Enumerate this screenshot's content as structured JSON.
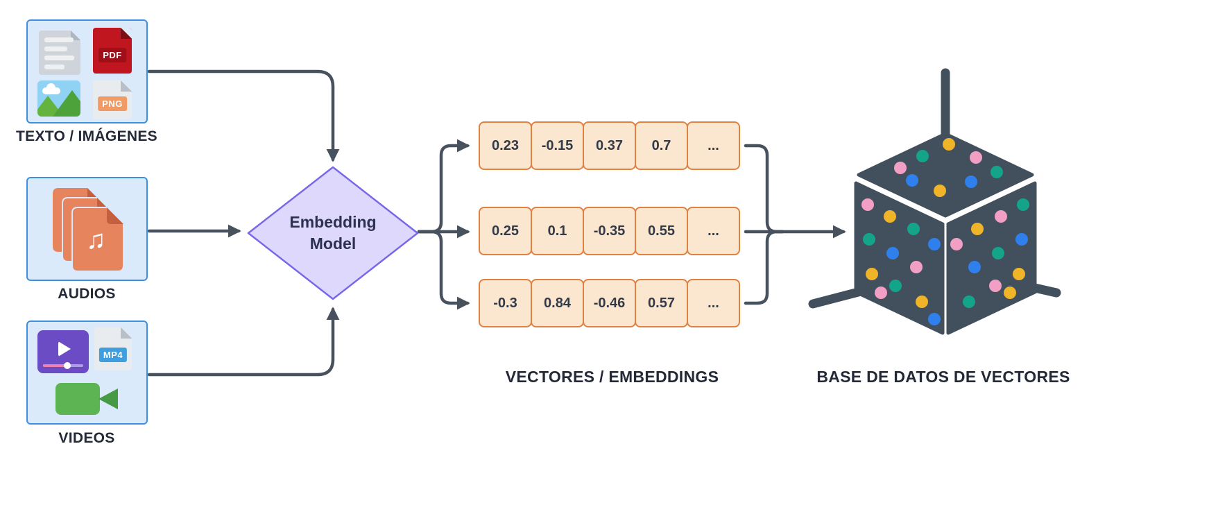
{
  "inputs": {
    "text_images": {
      "label": "TEXTO / IMÁGENES",
      "pdf_badge": "PDF",
      "png_badge": "PNG"
    },
    "audios": {
      "label": "AUDIOS",
      "note_glyph": "♫"
    },
    "videos": {
      "label": "VIDEOS",
      "mp4_badge": "MP4"
    }
  },
  "model": {
    "line1": "Embedding",
    "line2": "Model"
  },
  "vectors": {
    "label": "VECTORES / EMBEDDINGS",
    "rows": [
      [
        "0.23",
        "-0.15",
        "0.37",
        "0.7",
        "..."
      ],
      [
        "0.25",
        "0.1",
        "-0.35",
        "0.55",
        "..."
      ],
      [
        "-0.3",
        "0.84",
        "-0.46",
        "0.57",
        "..."
      ]
    ]
  },
  "database": {
    "label": "BASE DE DATOS DE VECTORES"
  },
  "colors": {
    "arrow": "#47525e",
    "input_box_fill": "#dbeafb",
    "input_box_border": "#3d8fe0",
    "diamond_fill": "#ded8fc",
    "diamond_border": "#7768e8",
    "cell_fill": "#fbe6cf",
    "cell_border": "#df8140",
    "cube": "#42505e",
    "dot_pink": "#f29fc5",
    "dot_yellow": "#f0b429",
    "dot_teal": "#13a489",
    "dot_blue": "#2f80ed"
  }
}
